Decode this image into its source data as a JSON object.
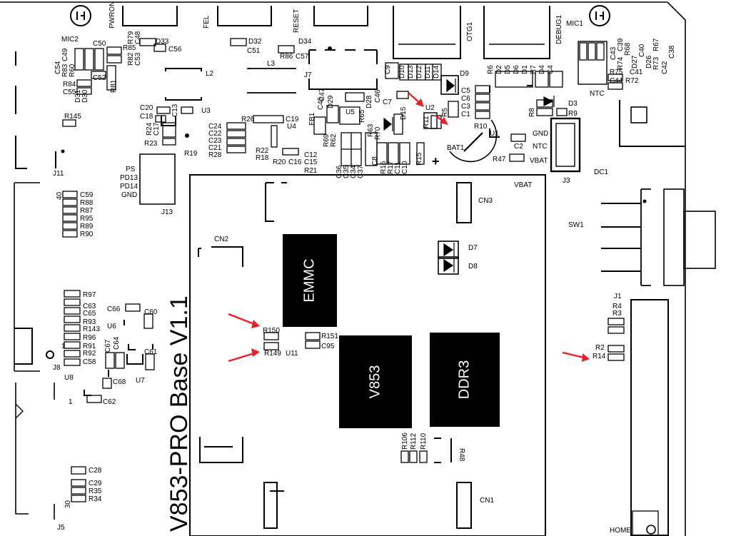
{
  "board": {
    "title": "V853-PRO Base V1.1",
    "background": "#ffffff",
    "ink": "#000000",
    "arrow_color": "#e8202a"
  },
  "chips": [
    {
      "id": "emmc",
      "label": "EMMC"
    },
    {
      "id": "v853",
      "label": "V853"
    },
    {
      "id": "ddr3",
      "label": "DDR3"
    }
  ],
  "labels": {
    "mic2": "MIC2",
    "mic1": "MIC1",
    "pwron": "PWRON",
    "fel": "FEL",
    "reset": "RESET",
    "otg1": "OTG1",
    "debug1": "DEBUG1",
    "d33": "D33",
    "c56": "C56",
    "d32": "D32",
    "c51": "C51",
    "d34": "D34",
    "r86": "R86",
    "c57": "C57",
    "c50": "C50",
    "r85": "R85",
    "r79": "R79",
    "c48": "C48",
    "r82": "R82",
    "c53": "C53",
    "c49": "C49",
    "c54": "C54",
    "r83": "R83",
    "r60": "R60",
    "c52": "C52",
    "r84": "R84",
    "c55": "C55",
    "d31": "D31",
    "d30": "D30",
    "r81": "R81",
    "l2": "L2",
    "l3": "L3",
    "j7": "J7",
    "c9": "C9",
    "d10": "D10",
    "d13": "D13",
    "d12": "D12",
    "d11": "D11",
    "d14": "D14",
    "d9": "D9",
    "r6": "R6",
    "d2": "D2",
    "d5": "D5",
    "d6": "D6",
    "d1": "D1",
    "r7": "R7",
    "d4": "D4",
    "c4": "C4",
    "c43": "C43",
    "c39": "C39",
    "r74": "R74",
    "r68": "R68",
    "d27": "D27",
    "c40": "C40",
    "d26": "D26",
    "c41": "C41",
    "r73": "R73",
    "r67": "R67",
    "c42": "C42",
    "c38": "C38",
    "r75": "R75",
    "c44": "C44",
    "r72": "R72",
    "ntc_top": "NTC",
    "c20": "C20",
    "c18": "C18",
    "c13": "C13",
    "u3": "U3",
    "r145": "R145",
    "r24": "R24",
    "c17": "C17",
    "r23": "R23",
    "r19": "R19",
    "c24": "C24",
    "c22": "C22",
    "c23": "C23",
    "c21": "C21",
    "r28": "R28",
    "r26": "R26",
    "c19": "C19",
    "u4": "U4",
    "fb1": "FB1",
    "c45": "C45",
    "c47": "C47",
    "d29": "D29",
    "u5": "U5",
    "d28": "D28",
    "c46": "C46",
    "r65": "R65",
    "c7": "C7",
    "u2": "U2",
    "r5": "R5",
    "r11": "R11",
    "d15": "D15",
    "r10": "R10",
    "u1": "U1",
    "c5": "C5",
    "c6": "C6",
    "c3": "C3",
    "c1": "C1",
    "d3": "D3",
    "r8": "R8",
    "r9": "R9",
    "gnd_top": "GND",
    "ntc_mid": "NTC",
    "vbat_top": "VBAT",
    "c2": "C2",
    "r47": "R47",
    "j3": "J3",
    "dc1": "DC1",
    "r22": "R22",
    "r18": "R18",
    "r20": "R20",
    "c16": "C16",
    "c12": "C12",
    "c15": "C15",
    "r21": "R21",
    "r69": "R69",
    "r62": "R62",
    "r63": "R63",
    "r70": "R70",
    "c36": "C36",
    "c35": "C35",
    "c34": "C34",
    "c37": "C37",
    "c8": "C8",
    "r16": "R16",
    "r17": "R17",
    "c11": "C11",
    "c10": "C10",
    "r15": "R15",
    "bat1": "BAT1",
    "plus": "+",
    "j11": "J11",
    "ps": "PS",
    "pd13": "PD13",
    "pd14": "PD14",
    "gnd_j13": "GND",
    "j13": "J13",
    "c59": "C59",
    "r88": "R88",
    "r87": "R87",
    "r95": "R95",
    "r89": "R89",
    "r90": "R90",
    "pin40": "40",
    "vbat_frame": "VBAT",
    "cn3": "CN3",
    "cn2": "CN2",
    "d7": "D7",
    "d8": "D8",
    "sw1": "SW1",
    "j1": "J1",
    "r4": "R4",
    "r3": "R3",
    "r2": "R2",
    "r14": "R14",
    "r97": "R97",
    "c63": "C63",
    "c65": "C65",
    "r93": "R93",
    "r143": "R143",
    "r96": "R96",
    "r91": "R91",
    "r92": "R92",
    "c58": "C58",
    "c66": "C66",
    "c60": "C60",
    "u6": "U6",
    "c67": "C67",
    "c64": "C64",
    "c61": "C61",
    "u8": "U8",
    "c68": "C68",
    "u7": "U7",
    "c62": "C62",
    "j8": "J8",
    "pin1_j8": "1",
    "pin1_u8": "1",
    "r150": "R150",
    "r149": "R149",
    "u11": "U11",
    "r151": "R151",
    "c95": "C95",
    "r106": "R106",
    "r112": "R112",
    "r110": "R110",
    "r48": "R48",
    "cn1": "CN1",
    "c28": "C28",
    "c29": "C29",
    "r35": "R35",
    "r34": "R34",
    "pin30": "30",
    "j5": "J5",
    "home": "HOME"
  }
}
